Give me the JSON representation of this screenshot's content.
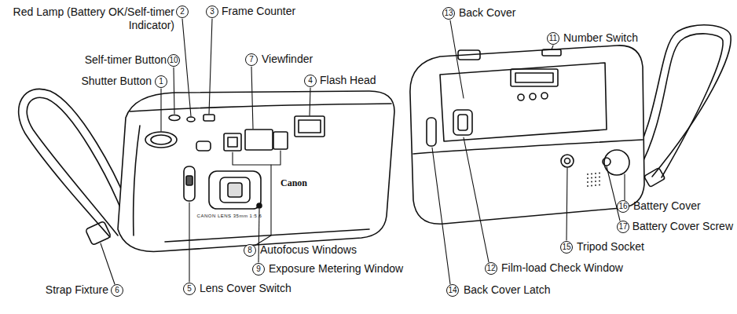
{
  "diagram": {
    "labels": [
      "Red Lamp (Battery OK/Self-timer Indicator)",
      "2",
      "3",
      "Frame Counter",
      "Self-timer Button",
      "10",
      "Shutter Button",
      "1",
      "7",
      "Viewfinder",
      "4",
      "Flash Head",
      "8",
      "Autofocus Windows",
      "9",
      "Exposure Metering Window",
      "Strap Fixture",
      "6",
      "5",
      "Lens Cover Switch",
      "13",
      "Back Cover",
      "11",
      "Number Switch",
      "16",
      "Battery Cover",
      "17",
      "Battery Cover Screw",
      "15",
      "Tripod Socket",
      "12",
      "Film-load Check Window",
      "14",
      "Back Cover Latch",
      "Canon",
      "CANON LENS 35mm 1:5.6"
    ]
  }
}
